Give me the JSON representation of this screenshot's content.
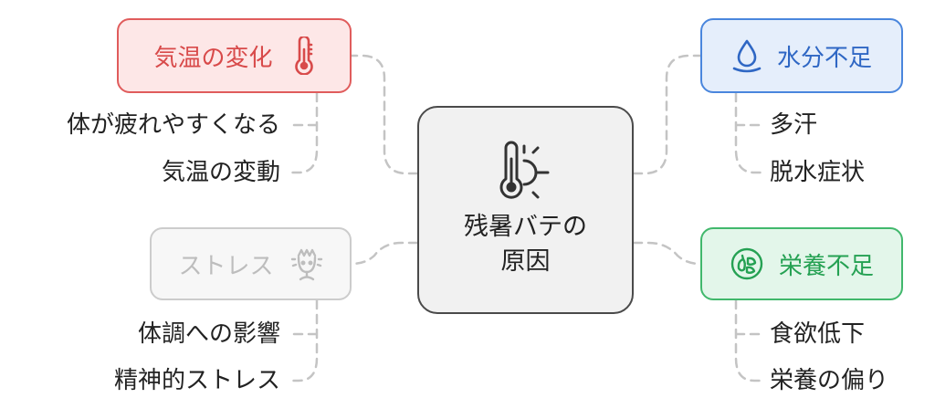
{
  "center": {
    "label_line1": "残暑バテの",
    "label_line2": "原因",
    "icon": "thermometer-sun-icon"
  },
  "branches": {
    "temperature": {
      "label": "気温の変化",
      "icon": "thermometer-icon",
      "color": "#e05c5c",
      "items": [
        "体が疲れやすくなる",
        "気温の変動"
      ]
    },
    "water": {
      "label": "水分不足",
      "icon": "water-drop-icon",
      "color": "#4a86dd",
      "items": [
        "多汗",
        "脱水症状"
      ]
    },
    "stress": {
      "label": "ストレス",
      "icon": "stressed-face-icon",
      "color": "#cccccc",
      "items": [
        "体調への影響",
        "精神的ストレス"
      ]
    },
    "nutrition": {
      "label": "栄養不足",
      "icon": "vegetables-icon",
      "color": "#41b86c",
      "items": [
        "食欲低下",
        "栄養の偏り"
      ]
    }
  }
}
